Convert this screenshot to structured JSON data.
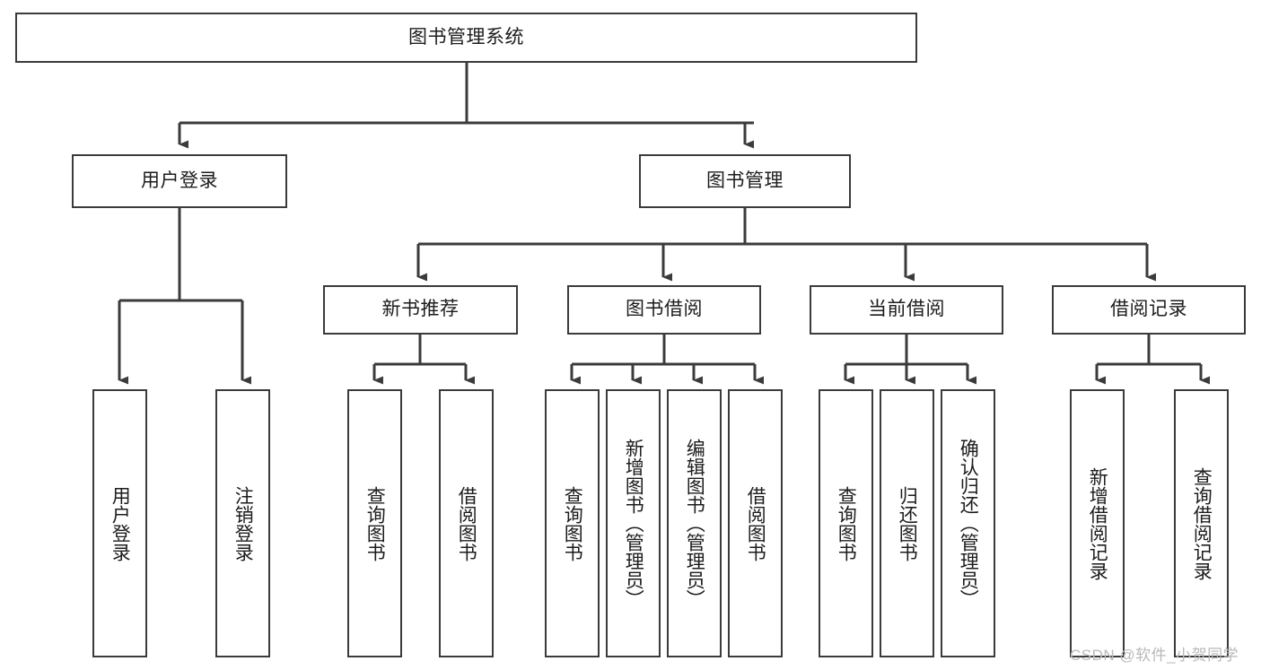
{
  "diagram": {
    "title": "图书管理系统",
    "type": "functional-structure-tree",
    "watermark": "CSDN @软件_小贺同学",
    "colors": {
      "stroke": "#3b3b3b",
      "fill": "#ffffff",
      "text": "#1c1c1c",
      "watermark": "#b9b9b9"
    },
    "levels": {
      "root": {
        "label": "图书管理系统"
      },
      "level2": [
        {
          "id": "user-login",
          "label": "用户登录"
        },
        {
          "id": "book-management",
          "label": "图书管理"
        }
      ],
      "level3": [
        {
          "id": "new-book-recommend",
          "label": "新书推荐"
        },
        {
          "id": "book-borrow",
          "label": "图书借阅"
        },
        {
          "id": "current-borrow",
          "label": "当前借阅"
        },
        {
          "id": "borrow-record",
          "label": "借阅记录"
        }
      ],
      "leaves": {
        "user_login": [
          {
            "id": "leaf-user-login",
            "label": "用户登录"
          },
          {
            "id": "leaf-logout-login",
            "label": "注销登录"
          }
        ],
        "new_book_recommend": [
          {
            "id": "leaf-query-book-1",
            "label": "查询图书"
          },
          {
            "id": "leaf-borrow-book-1",
            "label": "借阅图书"
          }
        ],
        "book_borrow": [
          {
            "id": "leaf-query-book-2",
            "label": "查询图书"
          },
          {
            "id": "leaf-add-book",
            "label": "新增图书（管理员）"
          },
          {
            "id": "leaf-edit-book",
            "label": "编辑图书（管理员）"
          },
          {
            "id": "leaf-borrow-book-2",
            "label": "借阅图书"
          }
        ],
        "current_borrow": [
          {
            "id": "leaf-query-book-3",
            "label": "查询图书"
          },
          {
            "id": "leaf-return-book",
            "label": "归还图书"
          },
          {
            "id": "leaf-confirm-return",
            "label": "确认归还（管理员）"
          }
        ],
        "borrow_record": [
          {
            "id": "leaf-add-record",
            "label": "新增借阅记录"
          },
          {
            "id": "leaf-query-record",
            "label": "查询借阅记录"
          }
        ]
      }
    }
  }
}
